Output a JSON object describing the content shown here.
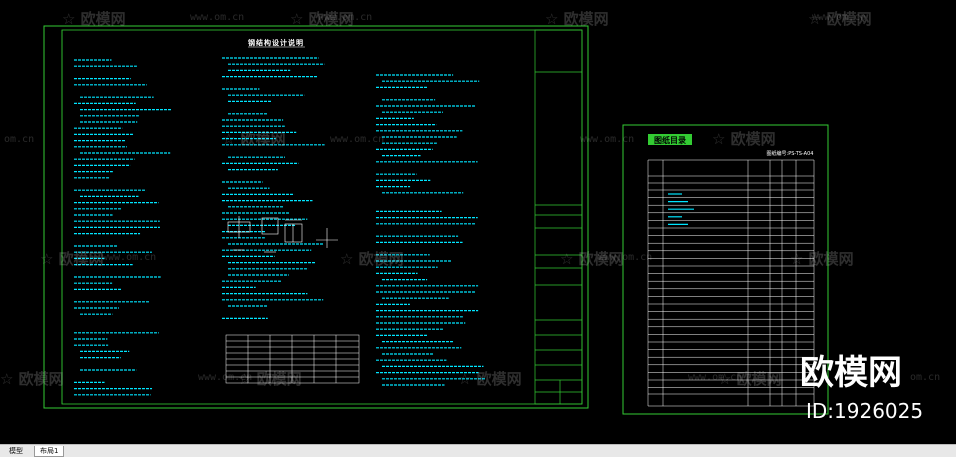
{
  "drawing": {
    "notes_title": "钢结构设计说明",
    "list_title": "图纸目录",
    "list_drawing_no": "图纸编号:PS-TS-A04"
  },
  "watermark": {
    "logo_text": "欧模网",
    "url_text": "www.om.cn",
    "partial_url": "om.cn",
    "brand": "欧模网",
    "id": "ID:1926025"
  },
  "tabs": {
    "model": "模型",
    "layout": "布局1"
  },
  "colors": {
    "frame": "#33cc33",
    "text": "#00e5ff",
    "table": "#ffffff",
    "background": "#000000"
  }
}
